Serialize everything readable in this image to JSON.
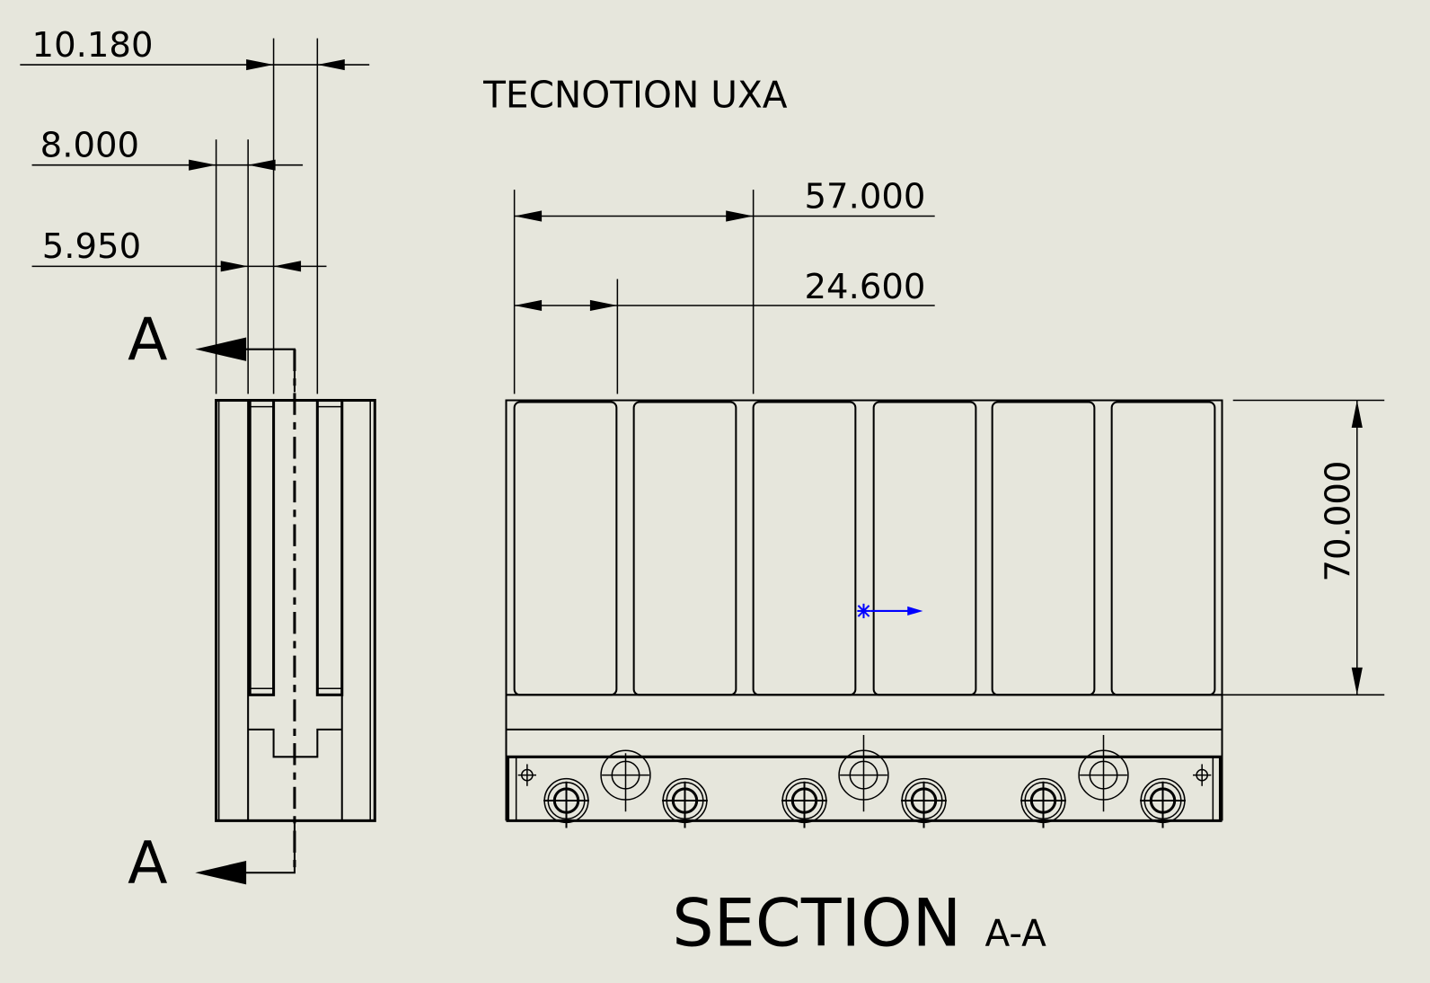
{
  "title": "TECNOTION UXA",
  "section_label": {
    "word": "SECTION",
    "id": "A-A"
  },
  "section_marks": [
    "A",
    "A"
  ],
  "dimensions": {
    "left_view": [
      "10.180",
      "8.000",
      "5.950"
    ],
    "right_view": [
      "57.000",
      "24.600",
      "70.000"
    ]
  },
  "colors": {
    "background": "#e6e6dc",
    "line": "#000000",
    "origin_marker": "#0000ff"
  }
}
